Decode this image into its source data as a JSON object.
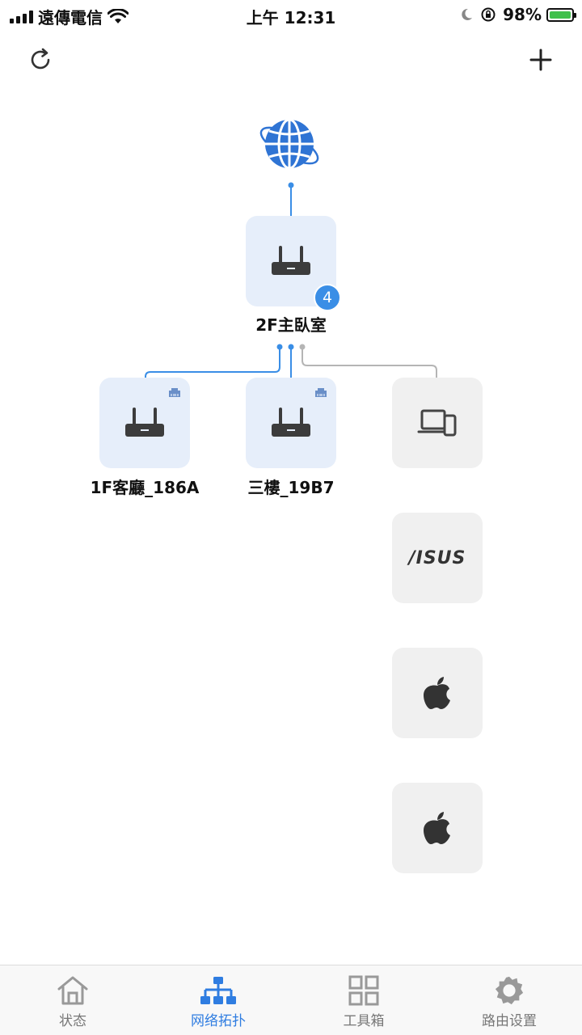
{
  "status_bar": {
    "carrier": "遠傳電信",
    "time": "上午 12:31",
    "battery": "98%"
  },
  "topology": {
    "main_router": {
      "name": "2F主臥室",
      "badge": "4",
      "icon": "router-icon"
    },
    "nodes": [
      {
        "name": "1F客廳_186A",
        "icon": "router-icon",
        "wired": true
      },
      {
        "name": "三樓_19B7",
        "icon": "router-icon",
        "wired": true
      }
    ],
    "clients": [
      {
        "icon": "devices-icon"
      },
      {
        "icon": "asus-logo",
        "label": "/ISUS"
      },
      {
        "icon": "apple-icon"
      },
      {
        "icon": "apple-icon"
      }
    ]
  },
  "bottom_nav": {
    "items": [
      {
        "label": "状态",
        "icon": "home-icon"
      },
      {
        "label": "网络拓扑",
        "icon": "topology-icon",
        "active": true
      },
      {
        "label": "工具箱",
        "icon": "grid-icon"
      },
      {
        "label": "路由设置",
        "icon": "gear-icon"
      }
    ]
  },
  "colors": {
    "accent": "#3a8ee6",
    "router_bg": "#e6eefa",
    "client_bg": "#f0f0f0"
  }
}
